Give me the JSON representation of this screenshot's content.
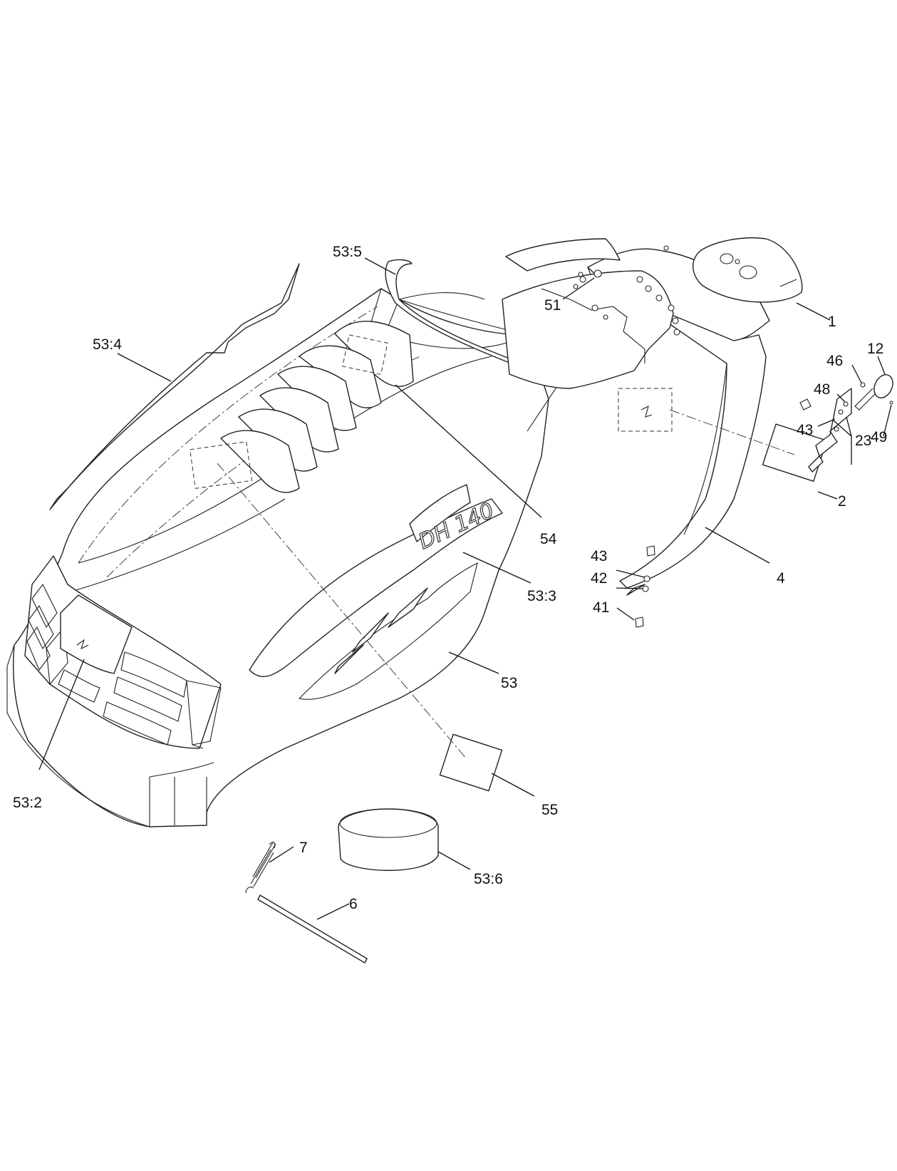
{
  "diagram": {
    "type": "exploded-parts-diagram",
    "badge_text": "DH 140",
    "callouts": [
      {
        "id": "c-53-5",
        "label": "53:5"
      },
      {
        "id": "c-51",
        "label": "51"
      },
      {
        "id": "c-1",
        "label": "1"
      },
      {
        "id": "c-12",
        "label": "12"
      },
      {
        "id": "c-46",
        "label": "46"
      },
      {
        "id": "c-48",
        "label": "48"
      },
      {
        "id": "c-53-4",
        "label": "53:4"
      },
      {
        "id": "c-43a",
        "label": "43"
      },
      {
        "id": "c-49",
        "label": "49"
      },
      {
        "id": "c-23",
        "label": "23"
      },
      {
        "id": "c-2",
        "label": "2"
      },
      {
        "id": "c-54",
        "label": "54"
      },
      {
        "id": "c-43b",
        "label": "43"
      },
      {
        "id": "c-4",
        "label": "4"
      },
      {
        "id": "c-42",
        "label": "42"
      },
      {
        "id": "c-53-3",
        "label": "53:3"
      },
      {
        "id": "c-41",
        "label": "41"
      },
      {
        "id": "c-53",
        "label": "53"
      },
      {
        "id": "c-53-2",
        "label": "53:2"
      },
      {
        "id": "c-55",
        "label": "55"
      },
      {
        "id": "c-7",
        "label": "7"
      },
      {
        "id": "c-53-6",
        "label": "53:6"
      },
      {
        "id": "c-6",
        "label": "6"
      }
    ]
  }
}
